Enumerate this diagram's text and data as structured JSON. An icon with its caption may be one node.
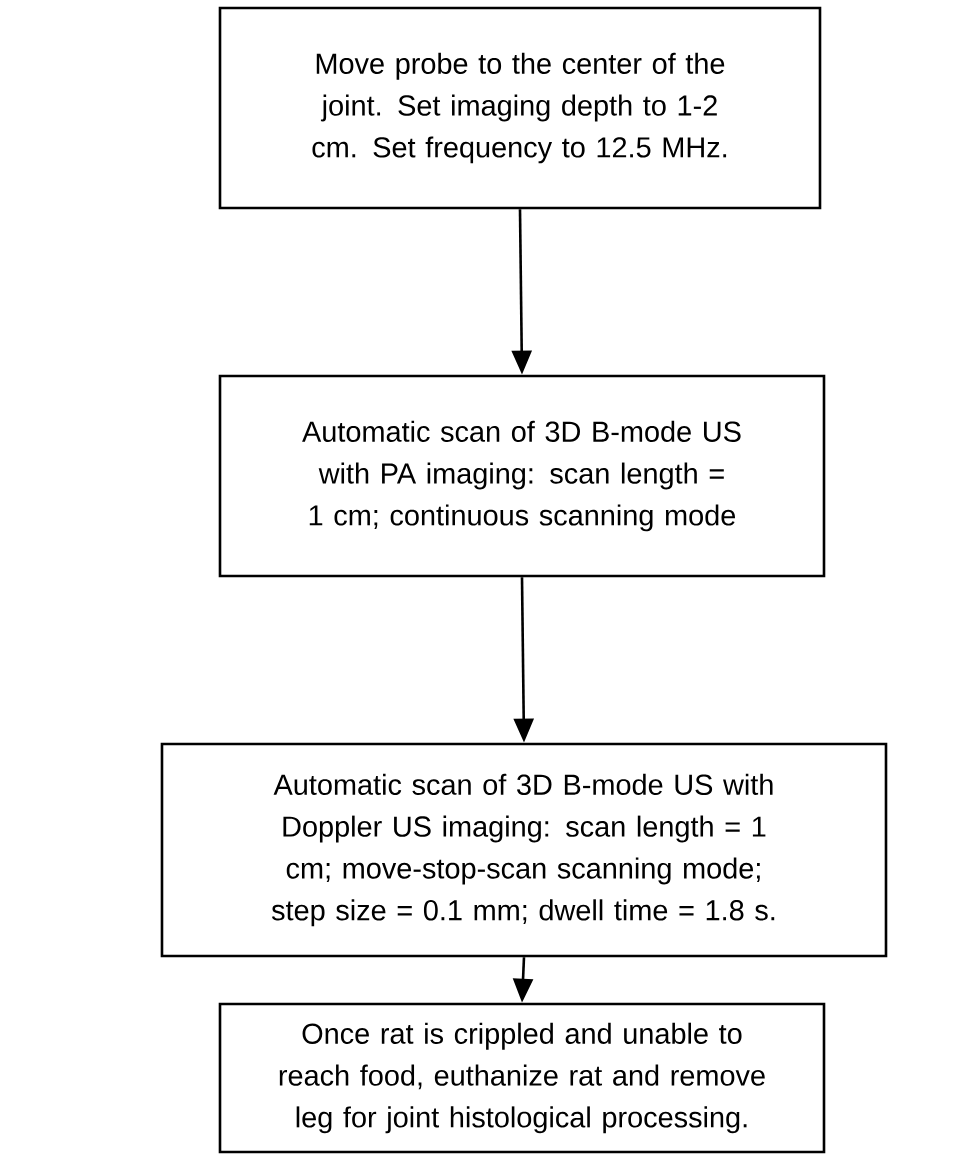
{
  "diagram": {
    "nodes": [
      {
        "text": [
          "Move probe to the center of the joint. Set imaging depth to 1-2 cm. Set frequency to 12.5 MHz."
        ]
      },
      {
        "text": [
          "Automatic scan of 3D B-mode US with PA imaging: scan length = 1 cm; continuous scanning mode"
        ]
      },
      {
        "text": [
          "Automatic scan of 3D B-mode US with Doppler US imaging: scan length = 1 cm; move-stop-scan scanning mode; step size = 0.1 mm; dwell time = 1.8 s."
        ]
      },
      {
        "text": [
          "Once rat is crippled and unable to reach food, euthanize rat and remove leg for joint histological processing."
        ]
      }
    ],
    "edges": [
      {
        "from": 0,
        "to": 1,
        "arrow": "to"
      },
      {
        "from": 1,
        "to": 2,
        "arrow": "to"
      },
      {
        "from": 2,
        "to": 3,
        "arrow": "to"
      }
    ]
  }
}
